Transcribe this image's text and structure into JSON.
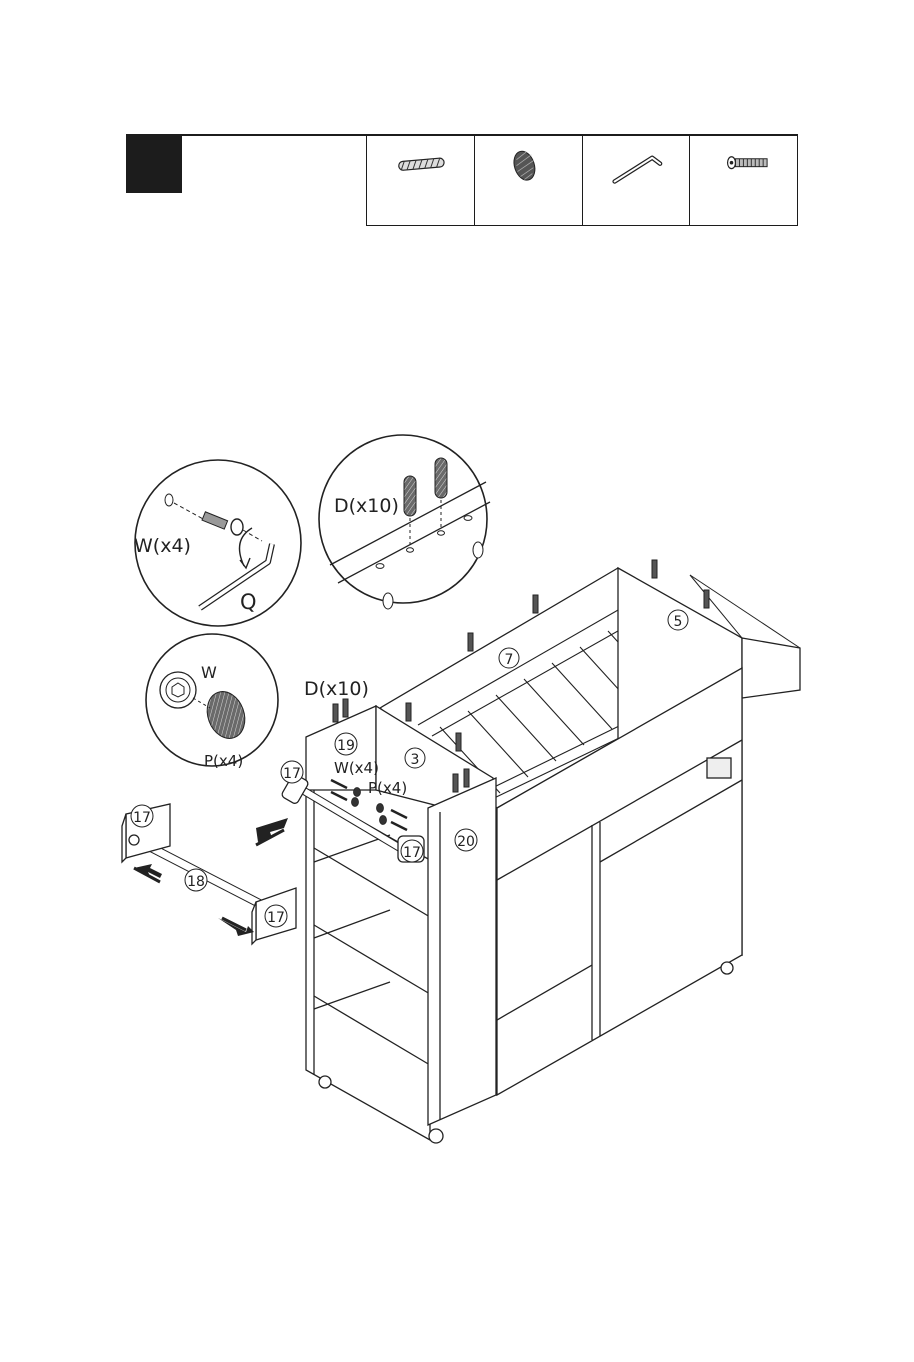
{
  "header": {
    "parts_icons": [
      "dowel-icon",
      "cap-icon",
      "allen-key-icon",
      "bolt-icon"
    ]
  },
  "callouts": {
    "bolt_detail": {
      "count_label": "W(x4)",
      "tool_label": "Q"
    },
    "dowel_detail": {
      "count_label": "D(x10)"
    },
    "cap_detail": {
      "w_label": "W",
      "p_label": "P(x4)"
    }
  },
  "main": {
    "dowel_count_label": "D(x10)",
    "bolt_count_label": "W(x4)",
    "cap_count_label": "P(x4)"
  },
  "part_numbers": {
    "p5": "5",
    "p7": "7",
    "p3": "3",
    "p19": "19",
    "p20": "20",
    "p17_a": "17",
    "p17_b": "17",
    "p17_c": "17",
    "p17_d": "17",
    "p18": "18"
  }
}
